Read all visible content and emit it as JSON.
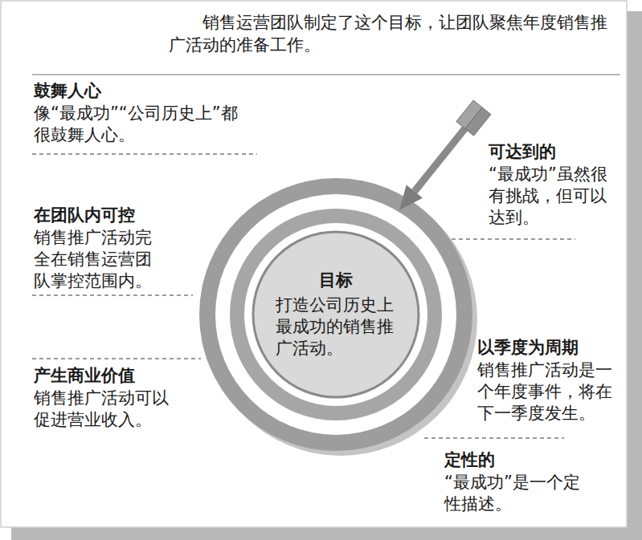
{
  "diagram": {
    "title": "销售运营团队制定了这个目标，让团队聚焦年度销售推广活动的准备工作。",
    "nodes": [
      {
        "text": [
          "目标",
          "打造公司历史上最成功的销售推广活动。"
        ]
      }
    ],
    "labels": [
      "鼓舞人心",
      "像“最成功”“公司历史上”都很鼓舞人心。",
      "可达到的",
      "“最成功”虽然很有挑战，但可以达到。",
      "在团队内可控",
      "销售推广活动完全在销售运营团队掌控范围内。",
      "产生商业价值",
      "销售推广活动可以促进营业收入。",
      "以季度为周期",
      "销售推广活动是一个年度事件，将在下一季度发生。",
      "定性的",
      "“最成功”是一个定性描述。"
    ]
  }
}
